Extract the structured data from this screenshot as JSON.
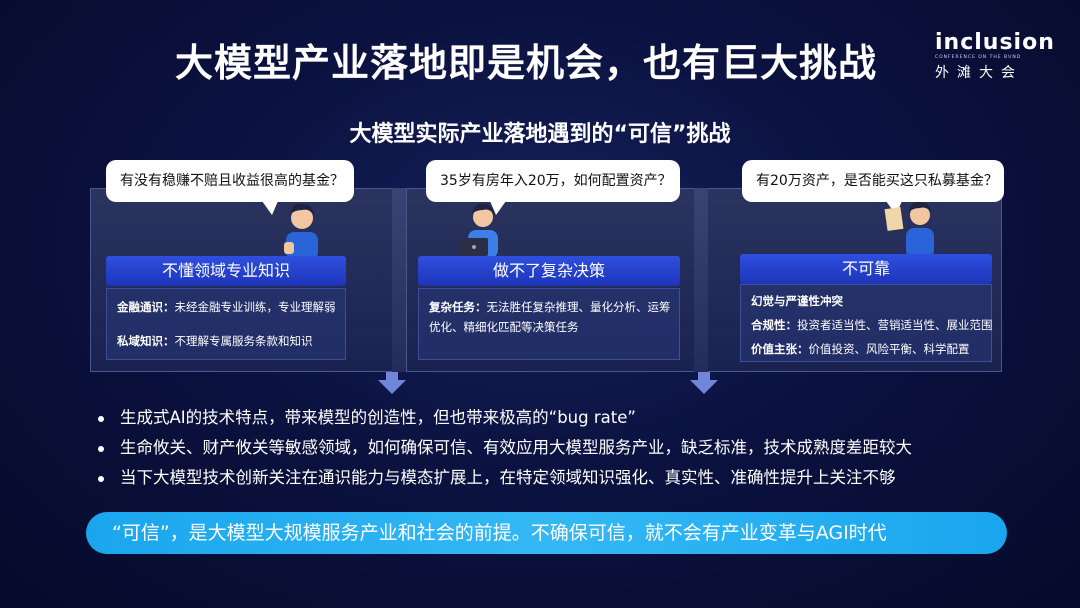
{
  "title": "大模型产业落地即是机会，也有巨大挑战",
  "logo": {
    "main": "inclusion",
    "sub": "CONFERENCE ON THE BUND",
    "cn": "外滩大会"
  },
  "subtitle": "大模型实际产业落地遇到的“可信”挑战",
  "panels": [
    {
      "question": "有没有稳赚不赔且收益很高的基金？",
      "header": "不懂领域专业知识",
      "lines": [
        {
          "key": "金融通识：",
          "text": "未经金融专业训练，专业理解弱"
        },
        {
          "key": "私域知识：",
          "text": "不理解专属服务条款和知识"
        }
      ]
    },
    {
      "question": "35岁有房年入20万，如何配置资产？",
      "header": "做不了复杂决策",
      "lines": [
        {
          "key": "复杂任务：",
          "text": "无法胜任复杂推理、量化分析、运筹"
        },
        {
          "key": "",
          "text": "优化、精细化匹配等决策任务"
        }
      ]
    },
    {
      "question": "有20万资产，是否能买这只私募基金？",
      "header": "不可靠",
      "lines": [
        {
          "key": "幻觉与严谨性冲突",
          "text": ""
        },
        {
          "key": "合规性：",
          "text": "投资者适当性、营销适当性、展业范围"
        },
        {
          "key": "价值主张：",
          "text": "价值投资、风险平衡、科学配置"
        }
      ]
    }
  ],
  "bullets": [
    "生成式AI的技术特点，带来模型的创造性，但也带来极高的“bug rate”",
    "生命攸关、财产攸关等敏感领域，如何确保可信、有效应用大模型服务产业，缺乏标准，技术成熟度差距较大",
    "当下大模型技术创新关注在通识能力与模态扩展上，在特定领域知识强化、真实性、准确性提升上关注不够"
  ],
  "banner": "“可信”，是大模型大规模服务产业和社会的前提。不确保可信，就不会有产业变革与AGI时代",
  "colors": {
    "accent_blue": "#1d35b8",
    "banner": "#2aaff0",
    "background": "#0b1240"
  }
}
